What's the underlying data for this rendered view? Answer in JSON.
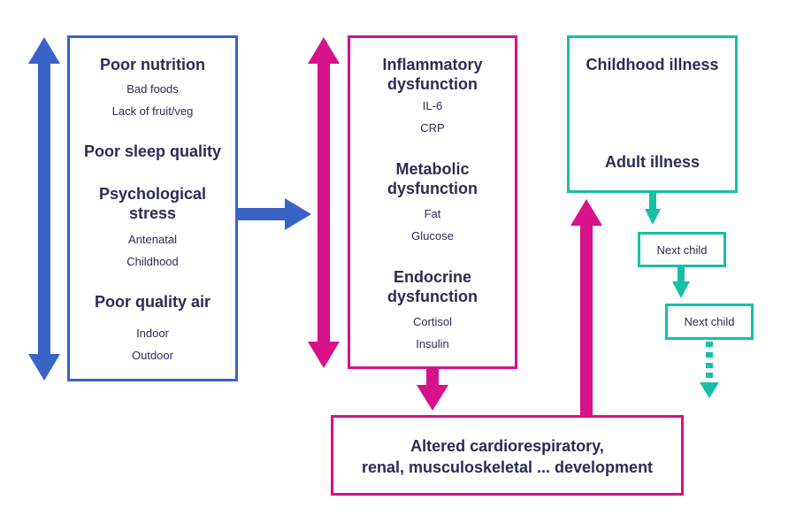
{
  "left_box": {
    "nutrition": {
      "title": "Poor nutrition",
      "items": [
        "Bad foods",
        "Lack of fruit/veg"
      ]
    },
    "sleep": {
      "title": "Poor sleep quality"
    },
    "stress": {
      "title_line1": "Psychological",
      "title_line2": "stress",
      "items": [
        "Antenatal",
        "Childhood"
      ]
    },
    "air": {
      "title": "Poor quality air",
      "items": [
        "Indoor",
        "Outdoor"
      ]
    }
  },
  "middle_box": {
    "inflammatory": {
      "title_line1": "Inflammatory",
      "title_line2": "dysfunction",
      "items": [
        "IL-6",
        "CRP"
      ]
    },
    "metabolic": {
      "title_line1": "Metabolic",
      "title_line2": "dysfunction",
      "items": [
        "Fat",
        "Glucose"
      ]
    },
    "endocrine": {
      "title_line1": "Endocrine",
      "title_line2": "dysfunction",
      "items": [
        "Cortisol",
        "Insulin"
      ]
    }
  },
  "right_box": {
    "childhood": "Childhood illness",
    "adult": "Adult illness"
  },
  "next_child_1": "Next child",
  "next_child_2": "Next child",
  "bottom_box": {
    "line1": "Altered cardiorespiratory,",
    "line2": "renal, musculoskeletal ... development"
  },
  "colors": {
    "blue": "#3a63c8",
    "pink": "#d6118a",
    "teal": "#17bfa7",
    "text": "#2b2b55"
  }
}
